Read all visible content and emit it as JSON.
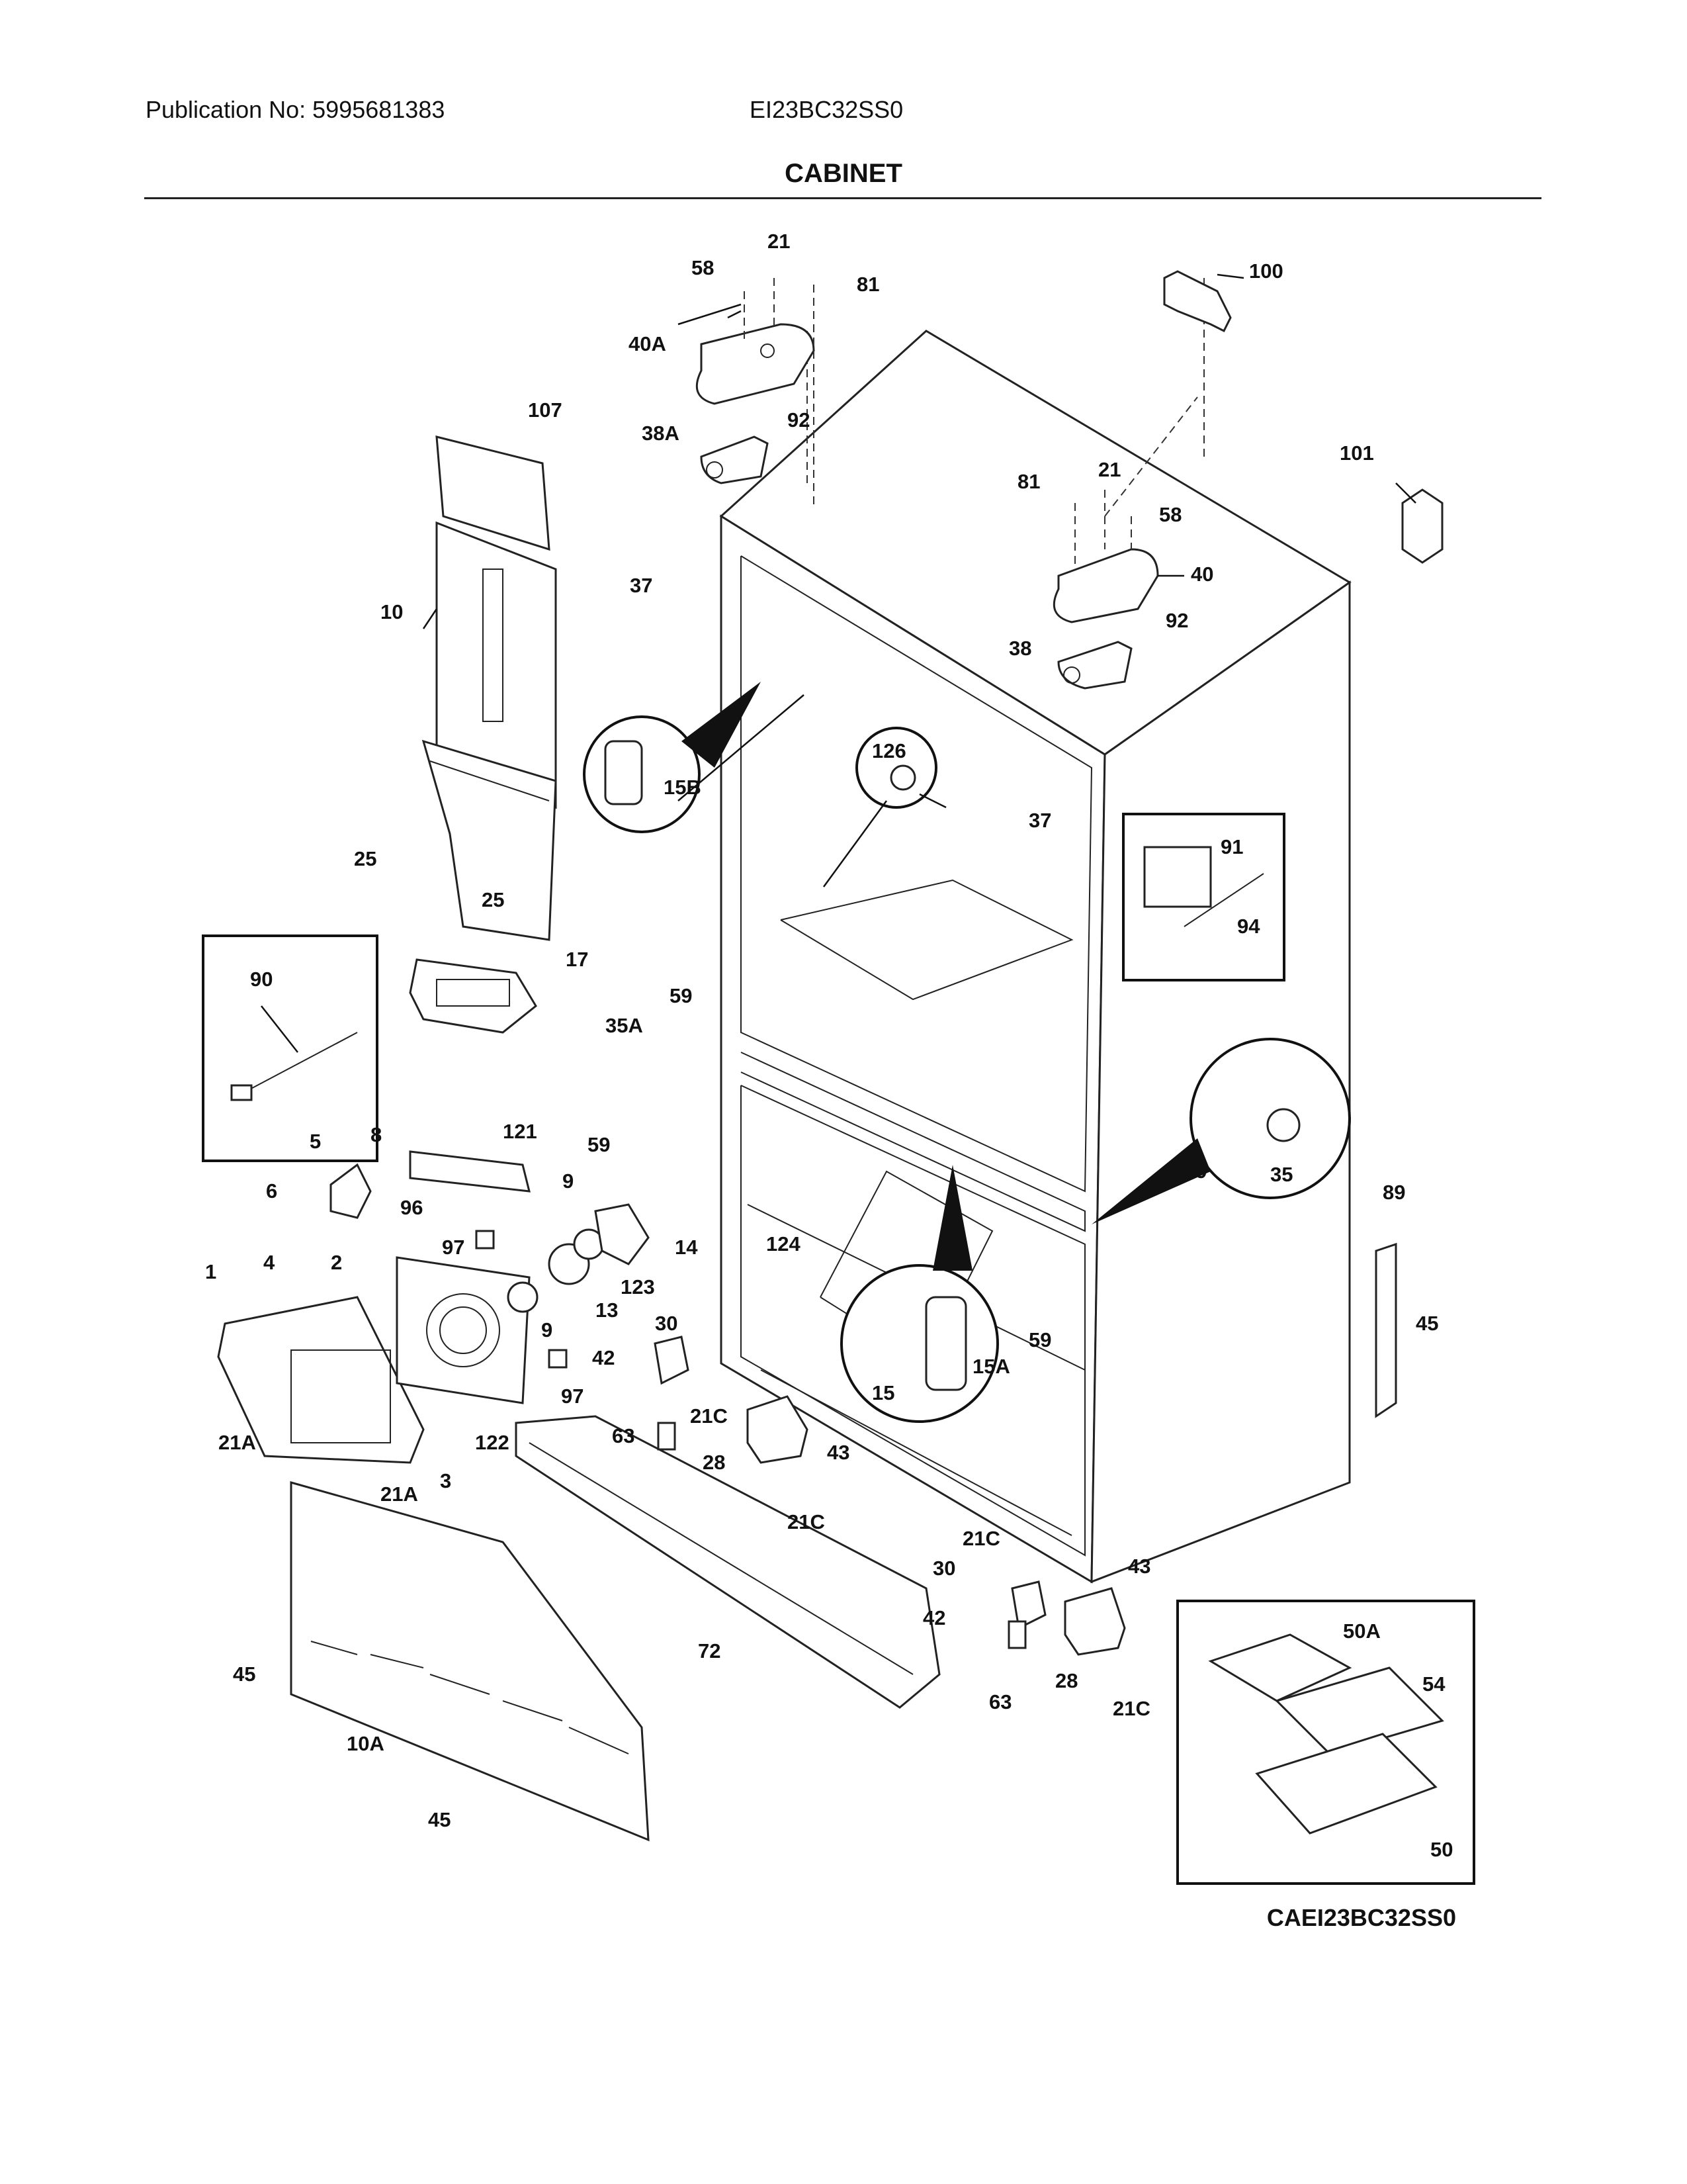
{
  "header": {
    "publication": "Publication No: 5995681383",
    "model": "EI23BC32SS0"
  },
  "page_title": "CABINET",
  "diagram_code": "CAEI23BC32SS0",
  "callouts": {
    "c21_top": "21",
    "c58_top": "58",
    "c81_top": "81",
    "c100": "100",
    "c40a": "40A",
    "c38a": "38A",
    "c92_top": "92",
    "c107": "107",
    "c101": "101",
    "c81_r": "81",
    "c21_r": "21",
    "c58_r": "58",
    "c40": "40",
    "c92_r": "92",
    "c38": "38",
    "c37_l": "37",
    "c10": "10",
    "c126": "126",
    "c15b": "15B",
    "c37_r": "37",
    "c91": "91",
    "c94": "94",
    "c25_a": "25",
    "c25_b": "25",
    "c17": "17",
    "c90": "90",
    "c59_a": "59",
    "c35a": "35A",
    "c59_b": "59",
    "c59_c": "59",
    "c35": "35",
    "c5": "5",
    "c8": "8",
    "c121": "121",
    "c6": "6",
    "c9_a": "9",
    "c96": "96",
    "c97_a": "97",
    "c14": "14",
    "c1": "1",
    "c4": "4",
    "c2": "2",
    "c13": "13",
    "c123": "123",
    "c124": "124",
    "c89": "89",
    "c9_b": "9",
    "c30_a": "30",
    "c15": "15",
    "c15a": "15A",
    "c59_d": "59",
    "c45_r": "45",
    "c42_a": "42",
    "c97_b": "97",
    "c21c_a": "21C",
    "c63_a": "63",
    "c28_a": "28",
    "c43_a": "43",
    "c21a_a": "21A",
    "c122": "122",
    "c21a_b": "21A",
    "c3": "3",
    "c21c_b": "21C",
    "c21c_c": "21C",
    "c30_b": "30",
    "c43_b": "43",
    "c42_b": "42",
    "c63_b": "63",
    "c28_b": "28",
    "c21c_d": "21C",
    "c72": "72",
    "c45_a": "45",
    "c10a": "10A",
    "c45_b": "45",
    "c50a": "50A",
    "c54": "54",
    "c50": "50"
  }
}
